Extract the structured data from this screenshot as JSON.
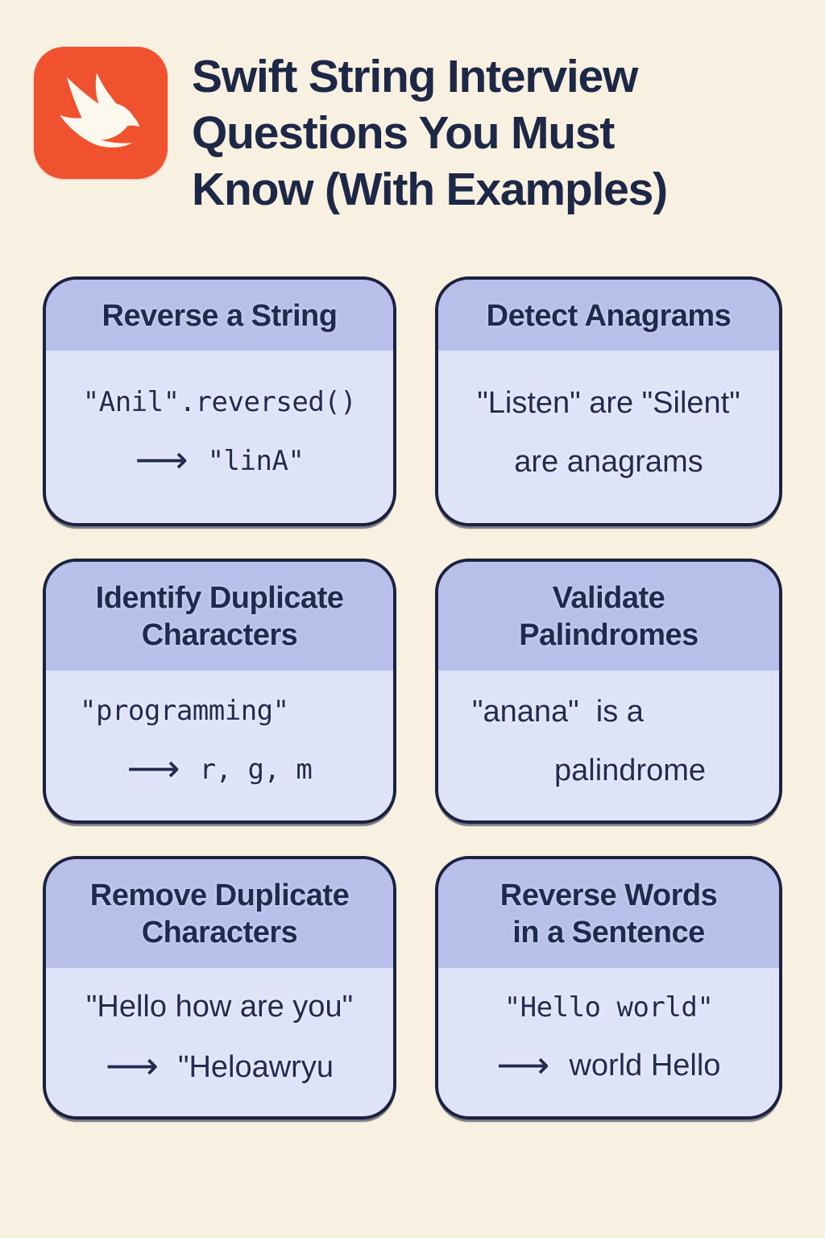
{
  "page": {
    "background": "#F8F0E1"
  },
  "colors": {
    "accent_orange": "#F0512F",
    "navy_text": "#1E2A52",
    "card_header_bg": "#B8BFE9",
    "card_body_bg": "#DFE3F7",
    "card_border": "#1A2240"
  },
  "icons": {
    "swift_logo": "swift-bird-icon",
    "arrow_glyph": "⟶"
  },
  "header": {
    "title_lines": [
      "Swift String Interview",
      "Questions You Must",
      "Know (With Examples)"
    ]
  },
  "cards": [
    {
      "title_lines": [
        "Reverse a String"
      ],
      "lines": [
        {
          "text": "\"Anil\".reversed()",
          "font": "mono",
          "align": "center",
          "arrow": false
        },
        {
          "text": "\"linA\"",
          "font": "mono",
          "align": "center",
          "arrow": true
        }
      ]
    },
    {
      "title_lines": [
        "Detect Anagrams"
      ],
      "lines": [
        {
          "text": "\"Listen\" are \"Silent\"",
          "font": "sans",
          "align": "center",
          "arrow": false
        },
        {
          "text": "are anagrams",
          "font": "sans",
          "align": "center",
          "arrow": false
        }
      ]
    },
    {
      "title_lines": [
        "Identify Duplicate",
        "Characters"
      ],
      "lines": [
        {
          "text": "\"programming\"",
          "font": "mono",
          "align": "left",
          "arrow": false
        },
        {
          "text": "r, g, m",
          "font": "mono",
          "align": "center",
          "arrow": true
        }
      ]
    },
    {
      "title_lines": [
        "Validate",
        "Palindromes"
      ],
      "lines": [
        {
          "text": "\"anana\"  is a",
          "font": "sans",
          "align": "left",
          "arrow": false
        },
        {
          "text": "palindrome",
          "font": "sans",
          "align": "indent",
          "arrow": false
        }
      ]
    },
    {
      "title_lines": [
        "Remove Duplicate",
        "Characters"
      ],
      "lines": [
        {
          "text": "\"Hello how are you\"",
          "font": "sans",
          "align": "center",
          "arrow": false
        },
        {
          "text": "\"Heloawryu",
          "font": "sans",
          "align": "center",
          "arrow": true
        }
      ]
    },
    {
      "title_lines": [
        "Reverse Words",
        "in a Sentence"
      ],
      "lines": [
        {
          "text": "\"Hello world\"",
          "font": "mono",
          "align": "center",
          "arrow": false
        },
        {
          "text": "world Hello",
          "font": "sans",
          "align": "center",
          "arrow": true
        }
      ]
    }
  ]
}
